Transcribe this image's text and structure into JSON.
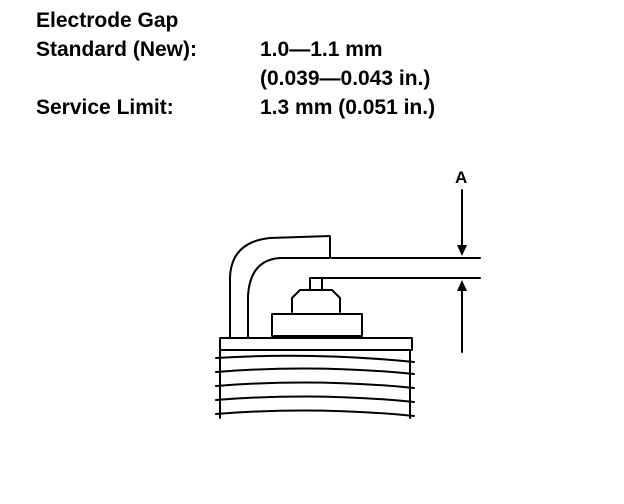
{
  "spec": {
    "title": "Electrode Gap",
    "standard_label": "Standard (New):",
    "standard_value_mm": "1.0—1.1 mm",
    "standard_value_in": "(0.039—0.043 in.)",
    "service_label": "Service Limit:",
    "service_value": "1.3 mm (0.051 in.)"
  },
  "diagram": {
    "callout_a": "A"
  }
}
